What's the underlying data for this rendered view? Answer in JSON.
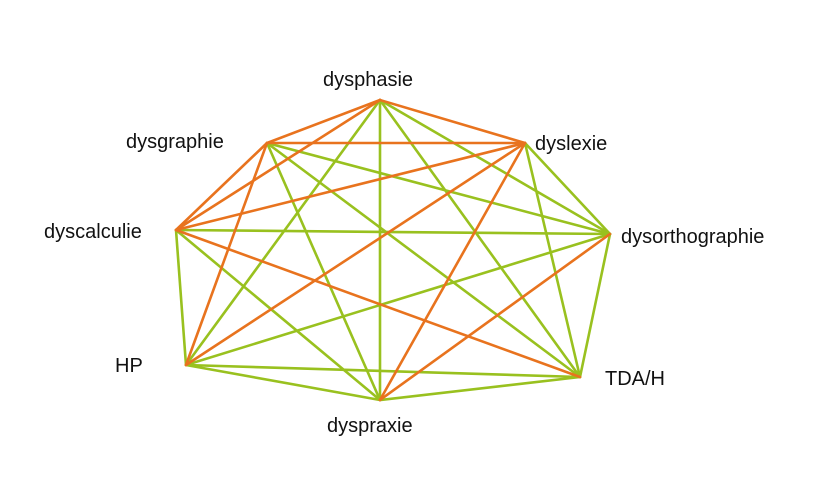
{
  "colors": {
    "orange": "#E8731E",
    "green": "#99C11F",
    "label": "#111111"
  },
  "nodes": [
    {
      "id": "dysphasie",
      "label": "dysphasie"
    },
    {
      "id": "dyslexie",
      "label": "dyslexie"
    },
    {
      "id": "dysorthographie",
      "label": "dysorthographie"
    },
    {
      "id": "tdah",
      "label": "TDA/H"
    },
    {
      "id": "dyspraxie",
      "label": "dyspraxie"
    },
    {
      "id": "hp",
      "label": "HP"
    },
    {
      "id": "dyscalculie",
      "label": "dyscalculie"
    },
    {
      "id": "dysgraphie",
      "label": "dysgraphie"
    }
  ],
  "edges": [
    {
      "from": "dysphasie",
      "to": "dyslexie",
      "color": "orange"
    },
    {
      "from": "dysphasie",
      "to": "dysorthographie",
      "color": "green"
    },
    {
      "from": "dysphasie",
      "to": "tdah",
      "color": "green"
    },
    {
      "from": "dysphasie",
      "to": "dyspraxie",
      "color": "green"
    },
    {
      "from": "dysphasie",
      "to": "hp",
      "color": "green"
    },
    {
      "from": "dysphasie",
      "to": "dyscalculie",
      "color": "orange"
    },
    {
      "from": "dysphasie",
      "to": "dysgraphie",
      "color": "orange"
    },
    {
      "from": "dyslexie",
      "to": "dysorthographie",
      "color": "green"
    },
    {
      "from": "dyslexie",
      "to": "tdah",
      "color": "green"
    },
    {
      "from": "dyslexie",
      "to": "dyspraxie",
      "color": "orange"
    },
    {
      "from": "dyslexie",
      "to": "hp",
      "color": "orange"
    },
    {
      "from": "dyslexie",
      "to": "dyscalculie",
      "color": "orange"
    },
    {
      "from": "dyslexie",
      "to": "dysgraphie",
      "color": "orange"
    },
    {
      "from": "dysorthographie",
      "to": "tdah",
      "color": "green"
    },
    {
      "from": "dysorthographie",
      "to": "dyspraxie",
      "color": "orange"
    },
    {
      "from": "dysorthographie",
      "to": "hp",
      "color": "green"
    },
    {
      "from": "dysorthographie",
      "to": "dyscalculie",
      "color": "green"
    },
    {
      "from": "dysorthographie",
      "to": "dysgraphie",
      "color": "green"
    },
    {
      "from": "tdah",
      "to": "dyspraxie",
      "color": "green"
    },
    {
      "from": "tdah",
      "to": "hp",
      "color": "green"
    },
    {
      "from": "tdah",
      "to": "dyscalculie",
      "color": "orange"
    },
    {
      "from": "tdah",
      "to": "dysgraphie",
      "color": "green"
    },
    {
      "from": "dyspraxie",
      "to": "hp",
      "color": "green"
    },
    {
      "from": "dyspraxie",
      "to": "dyscalculie",
      "color": "green"
    },
    {
      "from": "dyspraxie",
      "to": "dysgraphie",
      "color": "green"
    },
    {
      "from": "hp",
      "to": "dyscalculie",
      "color": "green"
    },
    {
      "from": "hp",
      "to": "dysgraphie",
      "color": "orange"
    },
    {
      "from": "dyscalculie",
      "to": "dysgraphie",
      "color": "orange"
    }
  ]
}
